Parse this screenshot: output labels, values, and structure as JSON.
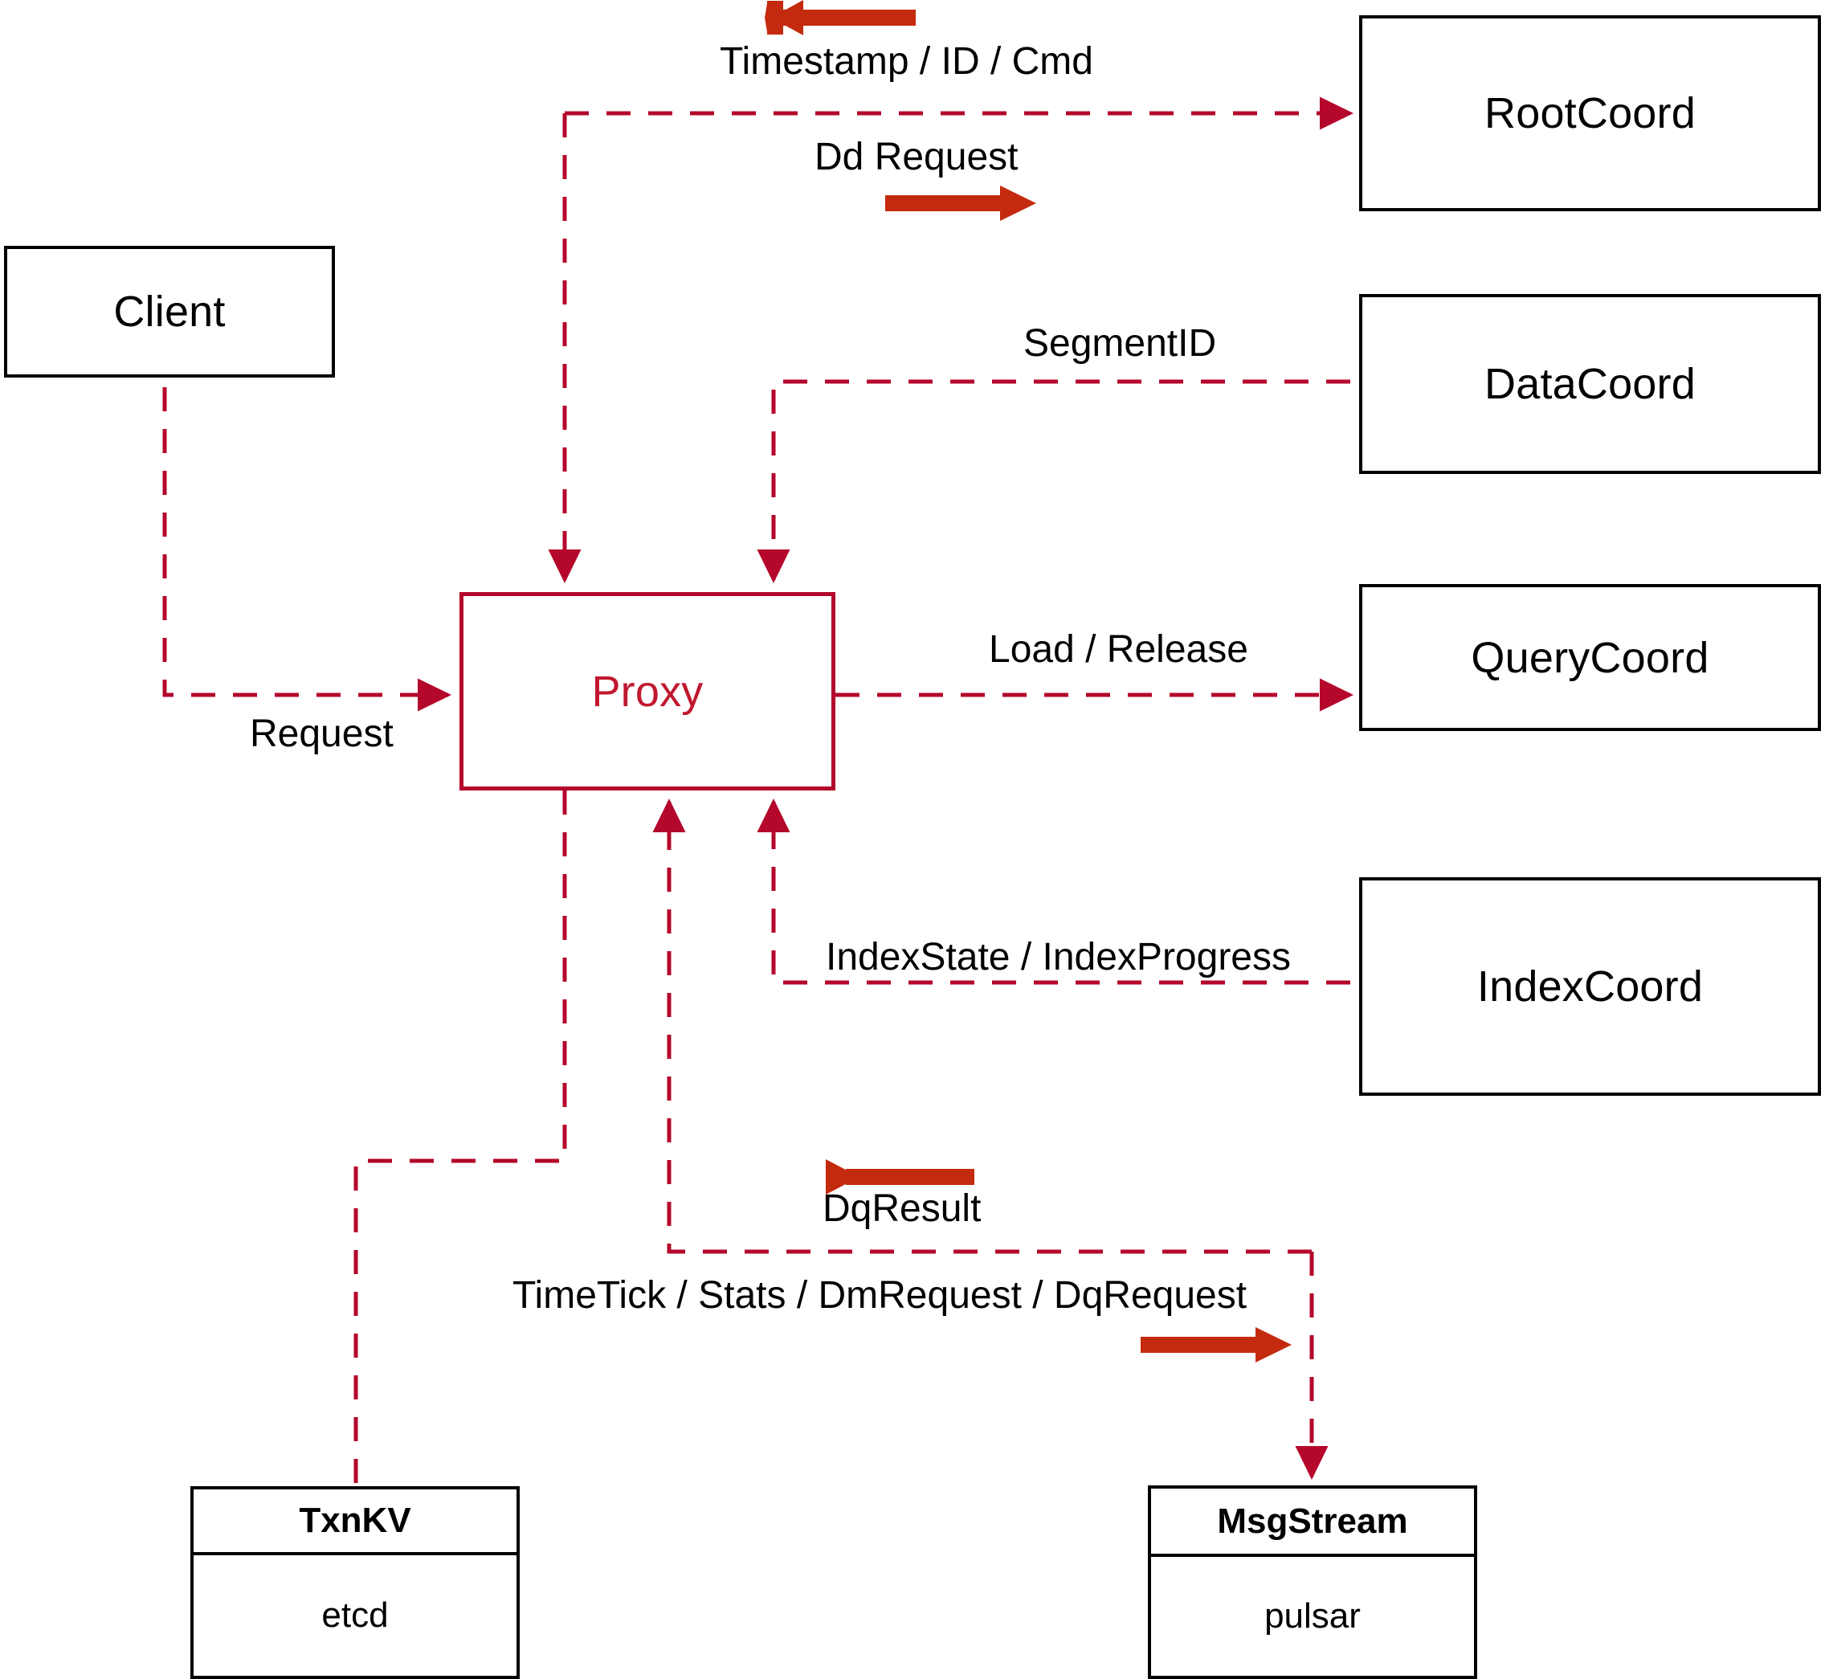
{
  "diagram": {
    "title": "Milvus Proxy interaction diagram",
    "colors": {
      "node_stroke": "#000000",
      "proxy_stroke": "#B4072B",
      "proxy_text": "#C0182F",
      "dashed_edge": "#B4072B",
      "direction_arrow": "#C42A0E",
      "background": "#FFFFFF"
    },
    "nodes": [
      {
        "id": "client",
        "label": "Client",
        "style": "black-box"
      },
      {
        "id": "proxy",
        "label": "Proxy",
        "style": "red-box"
      },
      {
        "id": "rootcoord",
        "label": "RootCoord",
        "style": "black-box"
      },
      {
        "id": "datacoord",
        "label": "DataCoord",
        "style": "black-box"
      },
      {
        "id": "querycoord",
        "label": "QueryCoord",
        "style": "black-box"
      },
      {
        "id": "indexcoord",
        "label": "IndexCoord",
        "style": "black-box"
      }
    ],
    "stacked_nodes": [
      {
        "id": "txnkv",
        "header": "TxnKV",
        "body": "etcd"
      },
      {
        "id": "msgstream",
        "header": "MsgStream",
        "body": "pulsar"
      }
    ],
    "edge_labels": [
      {
        "id": "timestamp-id-cmd",
        "text": "Timestamp / ID / Cmd"
      },
      {
        "id": "dd-request",
        "text": "Dd Request"
      },
      {
        "id": "segmentid",
        "text": "SegmentID"
      },
      {
        "id": "request",
        "text": "Request"
      },
      {
        "id": "load-release",
        "text": "Load / Release"
      },
      {
        "id": "index-state",
        "text": "IndexState / IndexProgress"
      },
      {
        "id": "dq-result",
        "text": "DqResult"
      },
      {
        "id": "timetick-stats",
        "text": "TimeTick / Stats / DmRequest / DqRequest"
      }
    ],
    "direction_arrows": [
      {
        "id": "timestamp-direction-arrow",
        "direction": "left"
      },
      {
        "id": "dd-request-direction-arrow",
        "direction": "right"
      },
      {
        "id": "dqresult-direction-arrow",
        "direction": "left"
      },
      {
        "id": "timetick-direction-arrow",
        "direction": "right"
      }
    ]
  }
}
